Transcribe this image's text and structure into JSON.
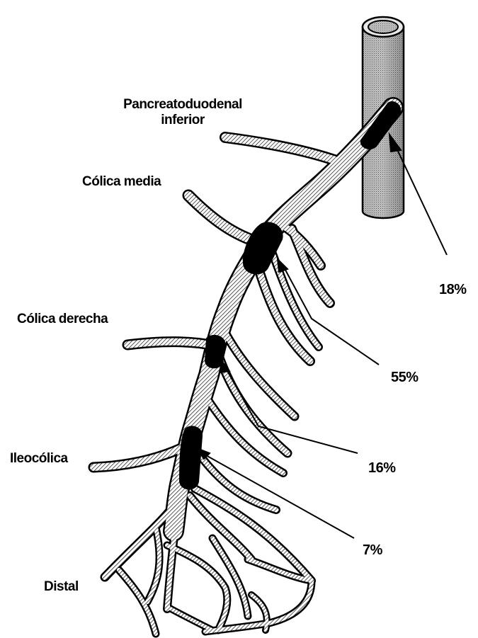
{
  "labels": {
    "pancreatoduodenal_line1": "Pancreatoduodenal",
    "pancreatoduodenal_line2": "inferior",
    "colica_media": "Cólica media",
    "colica_derecha": "Cólica derecha",
    "ileocolica": "Ileocólica",
    "distal": "Distal"
  },
  "percentages": {
    "aorta_origin": "18%",
    "colica_media_segment": "55%",
    "colica_derecha_segment": "16%",
    "ileocolica_segment": "7%"
  },
  "colors": {
    "line": "#000000",
    "fill": "#ffffff",
    "occlusion": "#000000"
  }
}
